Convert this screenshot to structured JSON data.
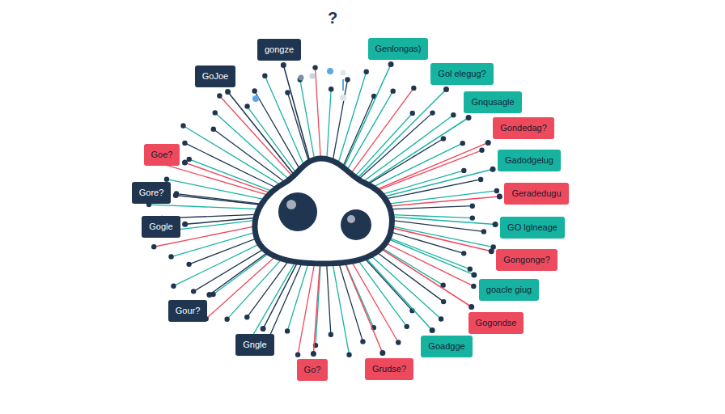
{
  "diagram": {
    "nodes": [
      {
        "text": [
          "Genlongas)"
        ]
      },
      {
        "text": [
          "gongze"
        ]
      },
      {
        "text": [
          "Gol elegug?"
        ]
      },
      {
        "text": [
          "GoJoe"
        ]
      },
      {
        "text": [
          "Gnqusagle"
        ]
      },
      {
        "text": [
          "Gondedag?"
        ]
      },
      {
        "text": [
          "Goe?"
        ]
      },
      {
        "text": [
          "Gadodgelug"
        ]
      },
      {
        "text": [
          "Gore?"
        ]
      },
      {
        "text": [
          "Geradedugu"
        ]
      },
      {
        "text": [
          "GO lglneage"
        ]
      },
      {
        "text": [
          "Gogle"
        ]
      },
      {
        "text": [
          "Gongonge?"
        ]
      },
      {
        "text": [
          "goacle giug"
        ]
      },
      {
        "text": [
          "Gour?"
        ]
      },
      {
        "text": [
          "Gogondse"
        ]
      },
      {
        "text": [
          "Gngle"
        ]
      },
      {
        "text": [
          "Goadgge"
        ]
      },
      {
        "text": [
          "Go?"
        ]
      },
      {
        "text": [
          "Grudse?"
        ]
      }
    ],
    "labels": [
      "?"
    ]
  }
}
